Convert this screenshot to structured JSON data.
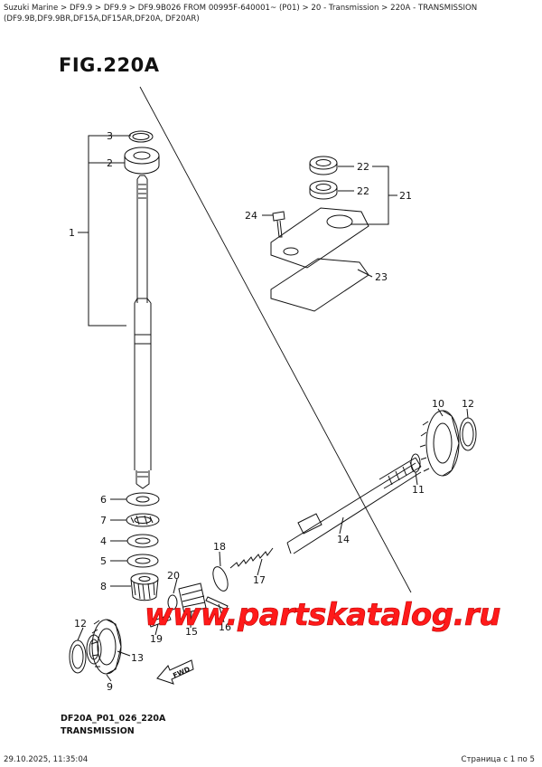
{
  "breadcrumb": "Suzuki Marine > DF9.9 > DF9.9 > DF9.9B026 FROM 00995F-640001~ (P01) > 20 - Transmission > 220A - TRANSMISSION (DF9.9B,DF9.9BR,DF15A,DF15AR,DF20A, DF20AR)",
  "figure_title": "FIG.220A",
  "callouts": {
    "p1": "1",
    "p2": "2",
    "p3": "3",
    "p4": "4",
    "p5": "5",
    "p6": "6",
    "p7": "7",
    "p8": "8",
    "p9": "9",
    "p10": "10",
    "p11": "11",
    "p12a": "12",
    "p12b": "12",
    "p13": "13",
    "p14": "14",
    "p15": "15",
    "p16": "16",
    "p17": "17",
    "p18": "18",
    "p19": "19",
    "p20": "20",
    "p21": "21",
    "p22a": "22",
    "p22b": "22",
    "p23": "23",
    "p24": "24"
  },
  "watermark": "www.partskatalog.ru",
  "fwd_label": "FWD",
  "diagram_code": "DF20A_P01_026_220A",
  "caption": "TRANSMISSION",
  "footer": {
    "timestamp": "29.10.2025, 11:35:04",
    "page": "Страница с 1 по 5"
  }
}
